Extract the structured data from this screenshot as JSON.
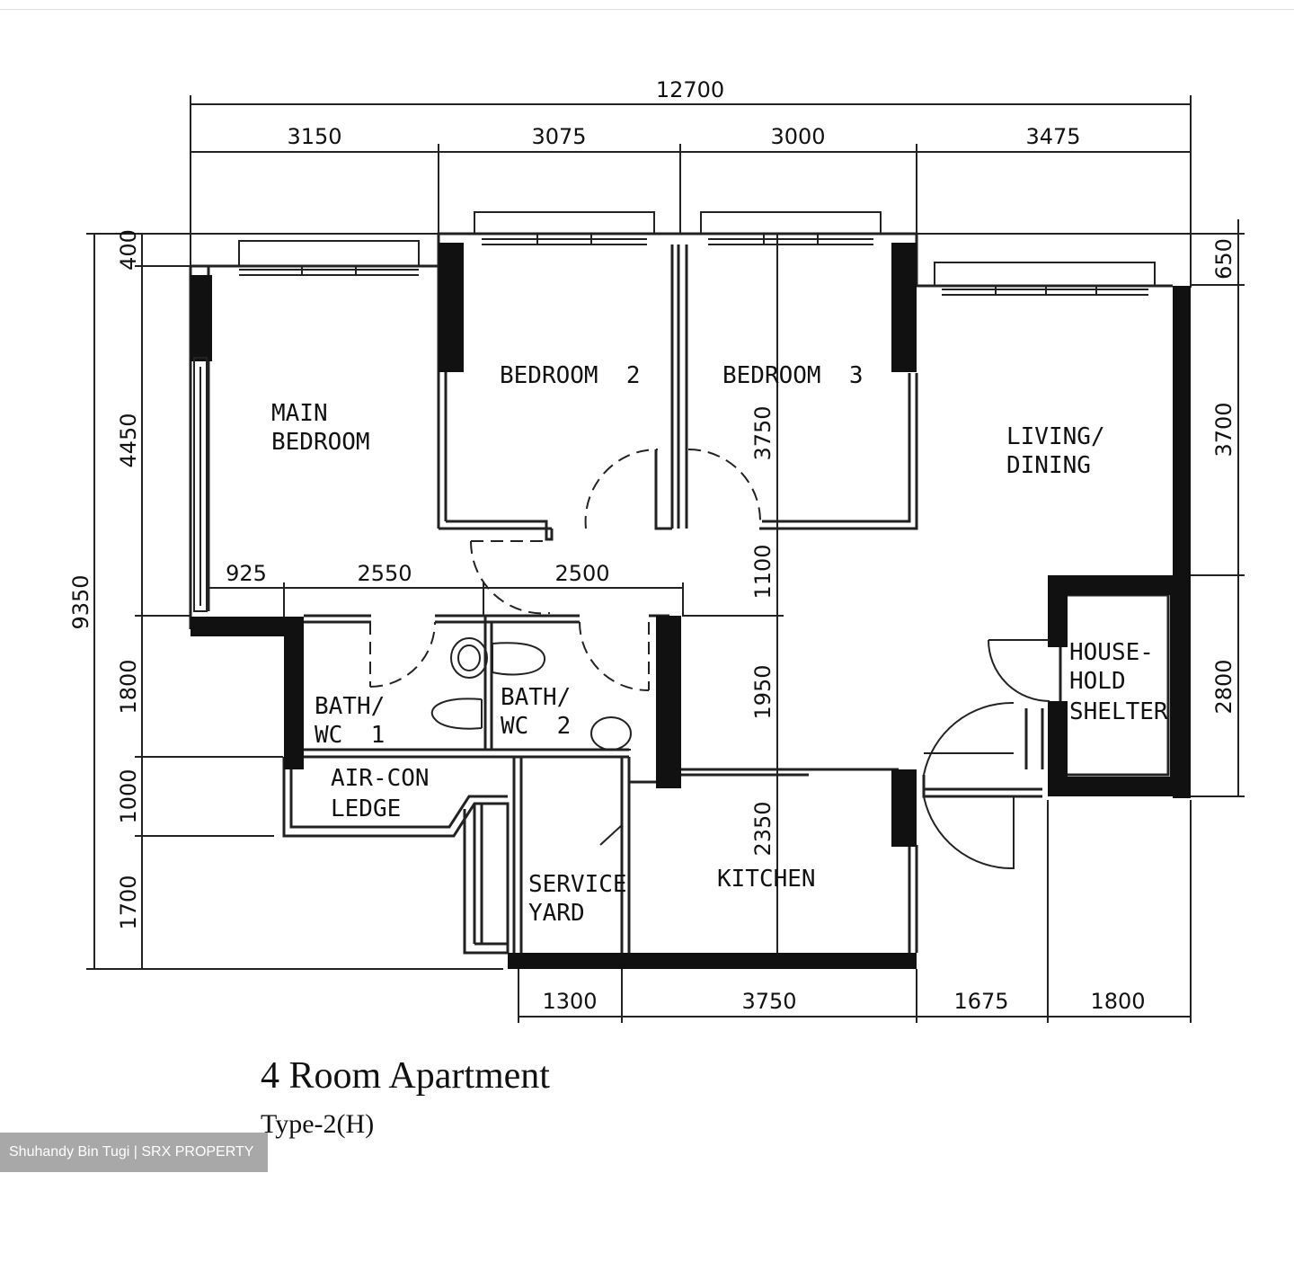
{
  "title": "4 Room Apartment",
  "subtitle": "Type-2(H)",
  "credit": "Shuhandy Bin Tugi | SRX PROPERTY",
  "rooms": {
    "main_bedroom_1": "MAIN",
    "main_bedroom_2": "BEDROOM",
    "bedroom2": "BEDROOM  2",
    "bedroom3": "BEDROOM  3",
    "living_1": "LIVING/",
    "living_2": "DINING",
    "shelter_1": "HOUSE-",
    "shelter_2": "HOLD",
    "shelter_3": "SHELTER",
    "bath1_1": "BATH/",
    "bath1_2": "WC  1",
    "bath2_1": "BATH/",
    "bath2_2": "WC  2",
    "aircon_1": "AIR-CON",
    "aircon_2": "LEDGE",
    "service_1": "SERVICE",
    "service_2": "YARD",
    "kitchen": "KITCHEN"
  },
  "dimensions": {
    "total_width": "12700",
    "top_1": "3150",
    "top_2": "3075",
    "top_3": "3000",
    "top_4": "3475",
    "left_total": "9350",
    "left_1": "400",
    "left_2": "4450",
    "left_3": "1800",
    "left_4": "1000",
    "left_5": "1700",
    "right_1": "650",
    "right_2": "3700",
    "right_3": "2800",
    "bottom_1": "1300",
    "bottom_2": "3750",
    "bottom_3": "1675",
    "bottom_4": "1800",
    "mid_1": "925",
    "mid_2": "2550",
    "mid_3": "2500",
    "inner_v1": "3750",
    "inner_v2": "1100",
    "inner_v3": "1950",
    "inner_v4": "2350"
  },
  "colors": {
    "wall": "#111111",
    "line": "#222222",
    "credit_bg": "#a8a8a8"
  }
}
